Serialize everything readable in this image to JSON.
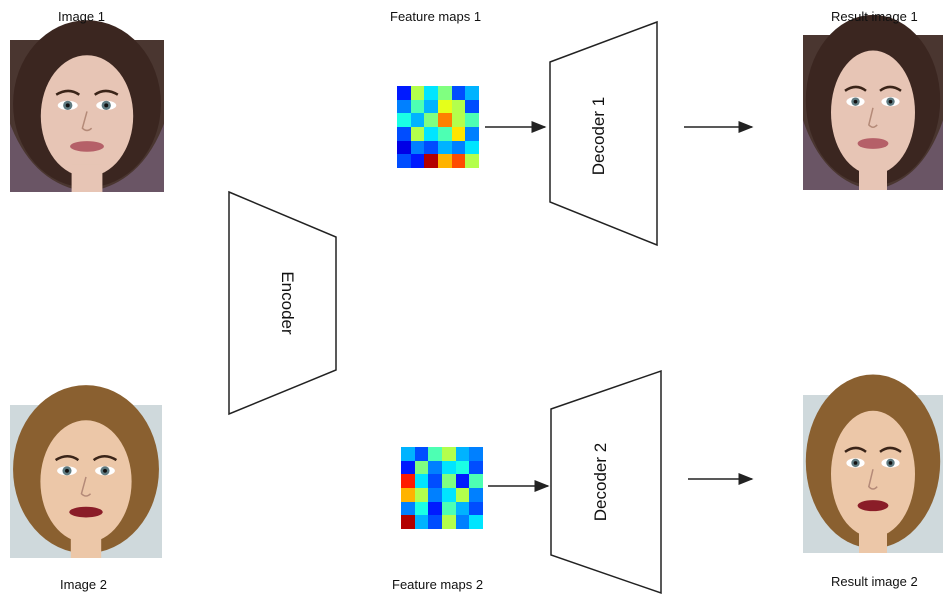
{
  "labels": {
    "image1": "Image 1",
    "image2": "Image 2",
    "feature_maps1": "Feature maps 1",
    "feature_maps2": "Feature maps 2",
    "result1": "Result image 1",
    "result2": "Result image 2"
  },
  "blocks": {
    "encoder": "Encoder",
    "decoder1": "Decoder 1",
    "decoder2": "Decoder 2"
  },
  "feature_maps": {
    "map1": [
      [
        0.15,
        0.55,
        0.35,
        0.5,
        0.2,
        0.3
      ],
      [
        0.25,
        0.45,
        0.3,
        0.6,
        0.55,
        0.2
      ],
      [
        0.4,
        0.3,
        0.5,
        0.75,
        0.55,
        0.45
      ],
      [
        0.2,
        0.55,
        0.35,
        0.45,
        0.65,
        0.25
      ],
      [
        0.1,
        0.25,
        0.2,
        0.3,
        0.25,
        0.35
      ],
      [
        0.2,
        0.15,
        0.95,
        0.7,
        0.8,
        0.55
      ]
    ],
    "map2": [
      [
        0.3,
        0.2,
        0.45,
        0.55,
        0.3,
        0.25
      ],
      [
        0.15,
        0.5,
        0.25,
        0.35,
        0.4,
        0.2
      ],
      [
        0.85,
        0.35,
        0.2,
        0.5,
        0.15,
        0.45
      ],
      [
        0.7,
        0.55,
        0.25,
        0.35,
        0.55,
        0.25
      ],
      [
        0.25,
        0.4,
        0.15,
        0.45,
        0.3,
        0.2
      ],
      [
        0.95,
        0.3,
        0.2,
        0.55,
        0.25,
        0.35
      ]
    ]
  },
  "colors": {
    "stroke": "#222222",
    "hair1": "#3b2620",
    "hair2": "#8a6030",
    "skin1": "#e7c5b5",
    "skin2": "#ecc7a8",
    "lips1": "#b56068",
    "lips2": "#8a1d28",
    "scarf": "#6a5565",
    "background2": "#cfd9dc"
  }
}
